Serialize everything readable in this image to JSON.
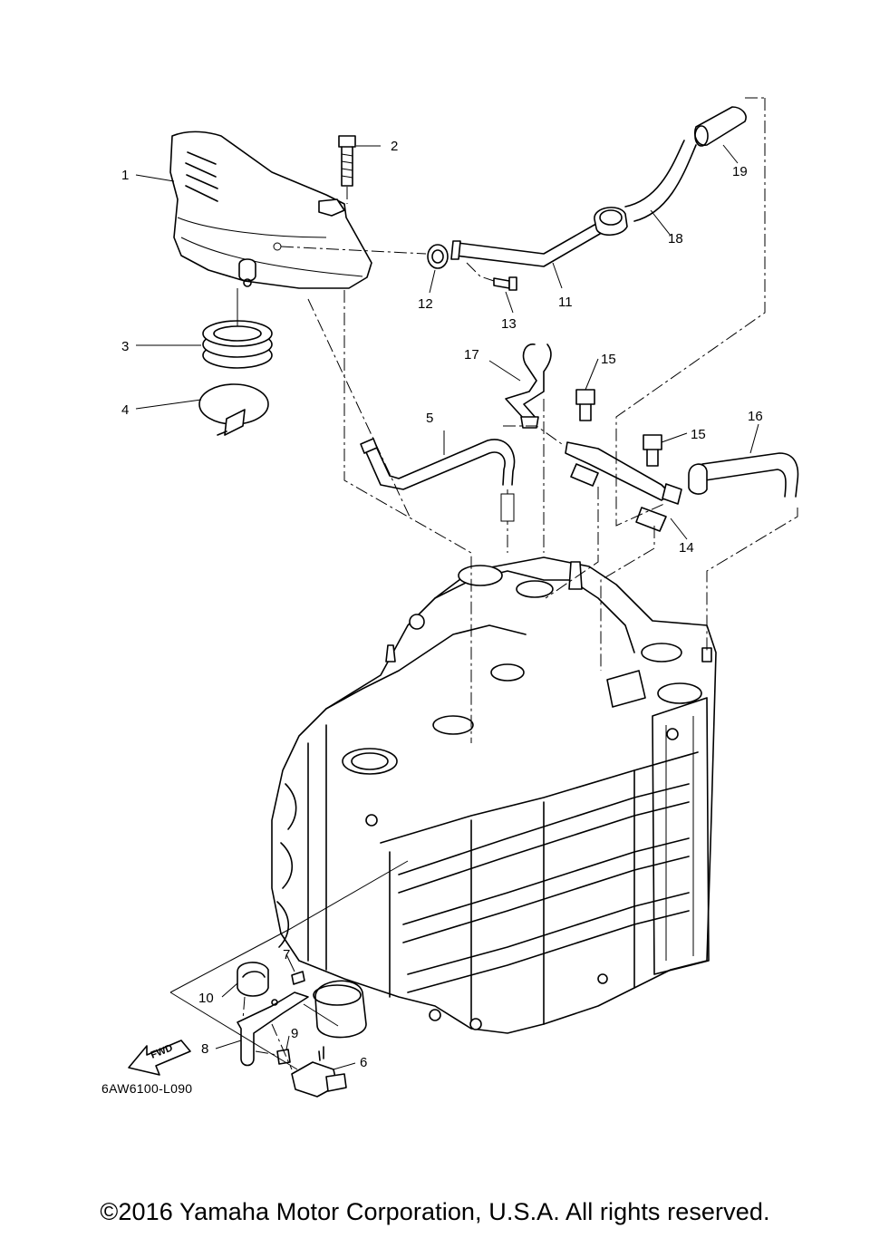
{
  "diagram": {
    "part_numbers": [
      "1",
      "2",
      "3",
      "4",
      "5",
      "6",
      "7",
      "8",
      "9",
      "10",
      "11",
      "12",
      "13",
      "14",
      "15",
      "15",
      "16",
      "17",
      "18",
      "19"
    ],
    "fwd_label": "FWD",
    "diagram_code": "6AW6100-L090",
    "copyright": "©2016 Yamaha Motor Corporation, U.S.A. All rights reserved."
  }
}
